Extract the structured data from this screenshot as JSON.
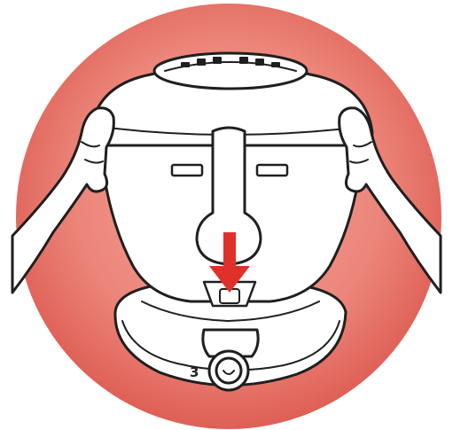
{
  "illustration": {
    "subject": "appliance-lift-instruction",
    "background_color": "#e8736a",
    "background_edge_color": "#d9564d",
    "line_color": "#1f1f1f",
    "fill_color": "#ffffff",
    "arrow_color": "#e0302a",
    "arrow_direction": "down",
    "dial_number": "3"
  }
}
